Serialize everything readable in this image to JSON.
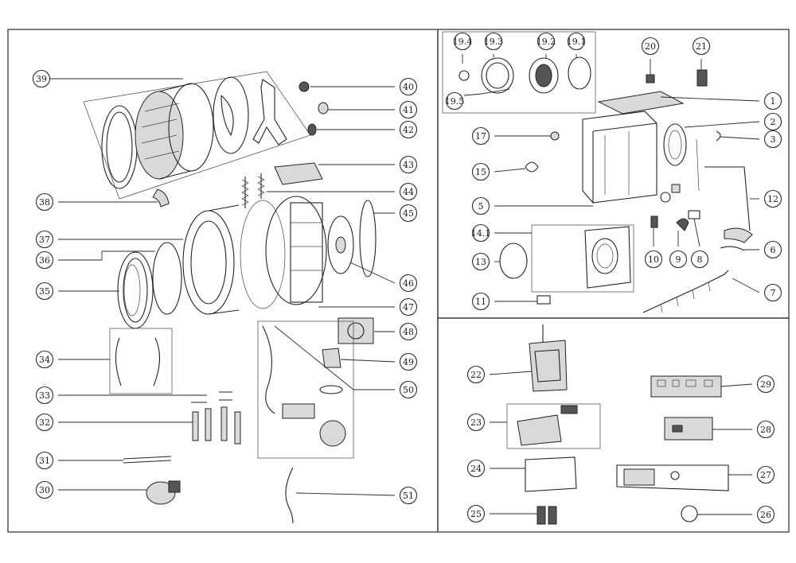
{
  "diagram": {
    "type": "exploded-parts-diagram",
    "colors": {
      "line": "#222222",
      "background": "#ffffff",
      "fill": "#d9d9d9"
    },
    "left_panel": {
      "callouts": [
        "39",
        "40",
        "41",
        "42",
        "43",
        "44",
        "45",
        "38",
        "37",
        "36",
        "35",
        "46",
        "47",
        "48",
        "49",
        "34",
        "50",
        "33",
        "32",
        "31",
        "30",
        "51"
      ]
    },
    "top_right_panel": {
      "callouts": [
        "19.4",
        "19.3",
        "19.2",
        "19.1",
        "19.5",
        "20",
        "21",
        "1",
        "2",
        "3",
        "17",
        "15",
        "5",
        "14.1",
        "13",
        "12",
        "6",
        "10",
        "9",
        "8",
        "11",
        "7"
      ]
    },
    "bottom_right_panel": {
      "callouts": [
        "22",
        "29",
        "23",
        "28",
        "24",
        "27",
        "25",
        "26"
      ]
    }
  }
}
